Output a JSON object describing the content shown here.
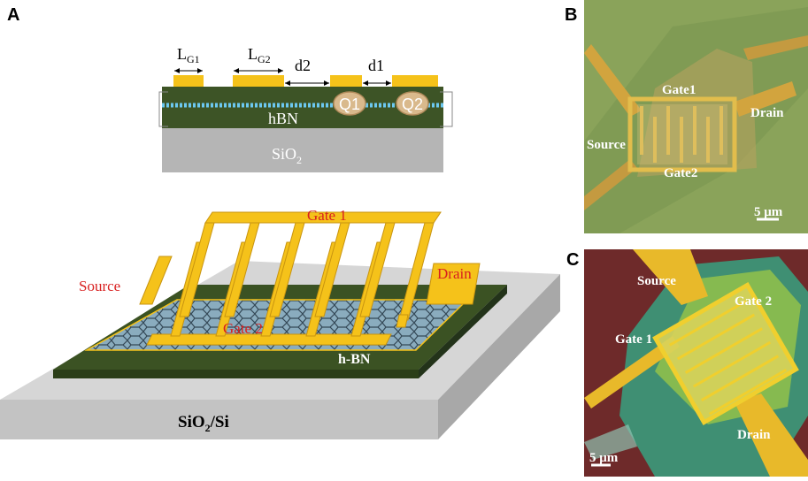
{
  "panels": {
    "a": {
      "letter": "A"
    },
    "b": {
      "letter": "B"
    },
    "c": {
      "letter": "C"
    }
  },
  "cross_section": {
    "lg1_main": "L",
    "lg1_sub": "G1",
    "lg2_main": "L",
    "lg2_sub": "G2",
    "d2": "d2",
    "d1": "d1",
    "q1": "Q1",
    "q2": "Q2",
    "hbn": "hBN",
    "sio2_main": "SiO",
    "sio2_sub": "2"
  },
  "device_3d": {
    "gate1": "Gate 1",
    "gate2": "Gate 2",
    "source": "Source",
    "drain": "Drain",
    "hbn": "h-BN",
    "substrate_main": "SiO",
    "substrate_sub": "2",
    "substrate_tail": "/Si"
  },
  "micrograph_b": {
    "gate1": "Gate1",
    "gate2": "Gate2",
    "source": "Source",
    "drain": "Drain",
    "scale": "5 μm"
  },
  "micrograph_c": {
    "source": "Source",
    "gate2": "Gate 2",
    "gate1": "Gate 1",
    "drain": "Drain",
    "scale": "5 μm"
  },
  "colors": {
    "gold": "#f5c21a",
    "hbn_green": "#3d5426",
    "sio2_gray": "#b8b8b8",
    "label_red": "#d81f1f"
  }
}
